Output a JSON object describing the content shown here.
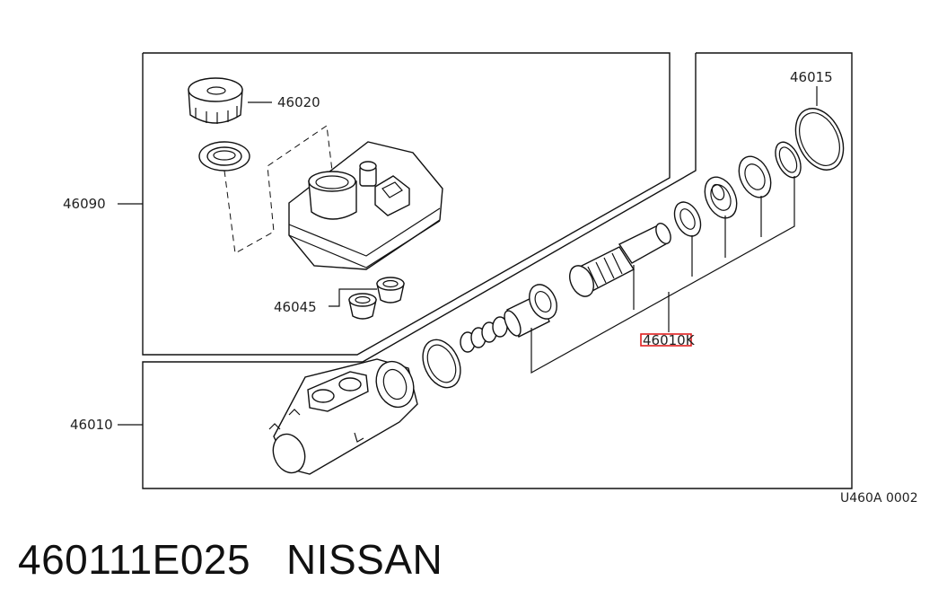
{
  "callouts": {
    "n46020": "46020",
    "n46090": "46090",
    "n46045": "46045",
    "n46015": "46015",
    "n46010_highlight": "46010K",
    "n46010_body": "46010"
  },
  "diagram_code": "U460A 0002",
  "footer": {
    "part_number": "460111E025",
    "brand": "NISSAN"
  },
  "colors": {
    "highlight_box": "#e02020",
    "line": "#111111"
  }
}
